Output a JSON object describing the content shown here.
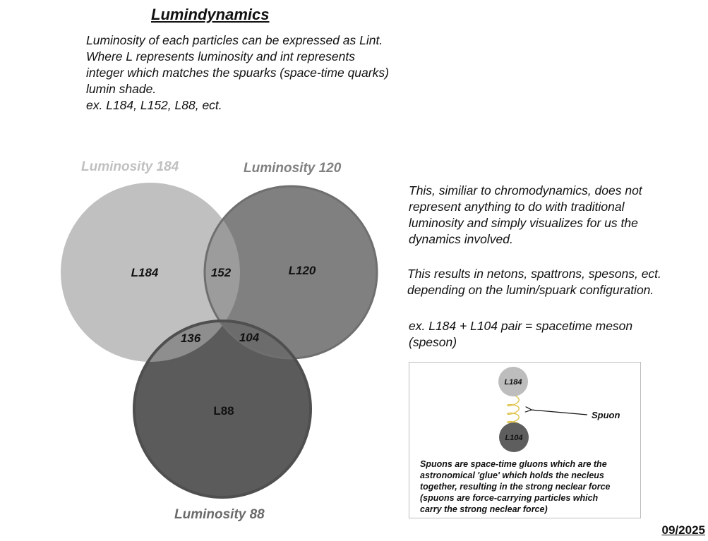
{
  "title": "Lumindynamics",
  "intro_lines": [
    "Luminosity of each particles can be expressed as Lint.",
    "Where L represents luminosity and int represents",
    "integer which matches the spuarks (space-time quarks)",
    "lumin shade.",
    "ex. L184, L152, L88, ect."
  ],
  "venn": {
    "circle_labels": {
      "left": "Luminosity 184",
      "right": "Luminosity 120",
      "bottom": "Luminosity 88"
    },
    "regions": {
      "left": "L184",
      "right": "L120",
      "bottom": "L88",
      "left_right": "152",
      "left_bottom": "136",
      "right_bottom": "104"
    },
    "colors": {
      "left": "#c0c0c0",
      "right": "#808080",
      "bottom": "#5b5b5b",
      "left_right_overlap": "#9c9c9c",
      "left_bottom_overlap": "#8e8e8e",
      "right_bottom_overlap": "#6c6c6c",
      "left_label": "#c0c0c0",
      "right_label": "#808080",
      "bottom_label": "#6a6a6a"
    }
  },
  "right_paragraphs": {
    "p1": [
      "This, similiar to chromodynamics, does not",
      "represent anything to do with traditional",
      "luminosity and simply visualizes for us the",
      "dynamics involved."
    ],
    "p2": [
      "This results in netons, spattrons, spesons, ect.",
      "depending on the lumin/spuark configuration."
    ],
    "p3": [
      "ex. L184 + L104 pair = spacetime meson",
      "(speson)"
    ]
  },
  "inset": {
    "top_particle": "L184",
    "bottom_particle": "L104",
    "arrow_label": "Spuon",
    "caption_lines": [
      "Spuons are space-time gluons which are the",
      "astronomical 'glue' which holds the necleus",
      "together, resulting in the strong neclear force",
      "(spuons are force-carrying particles which",
      "carry the strong neclear force)"
    ],
    "colors": {
      "top_particle": "#bdbdbd",
      "bottom_particle": "#5e5e5e",
      "spring": "#e0c34a"
    }
  },
  "date": "09/2025"
}
